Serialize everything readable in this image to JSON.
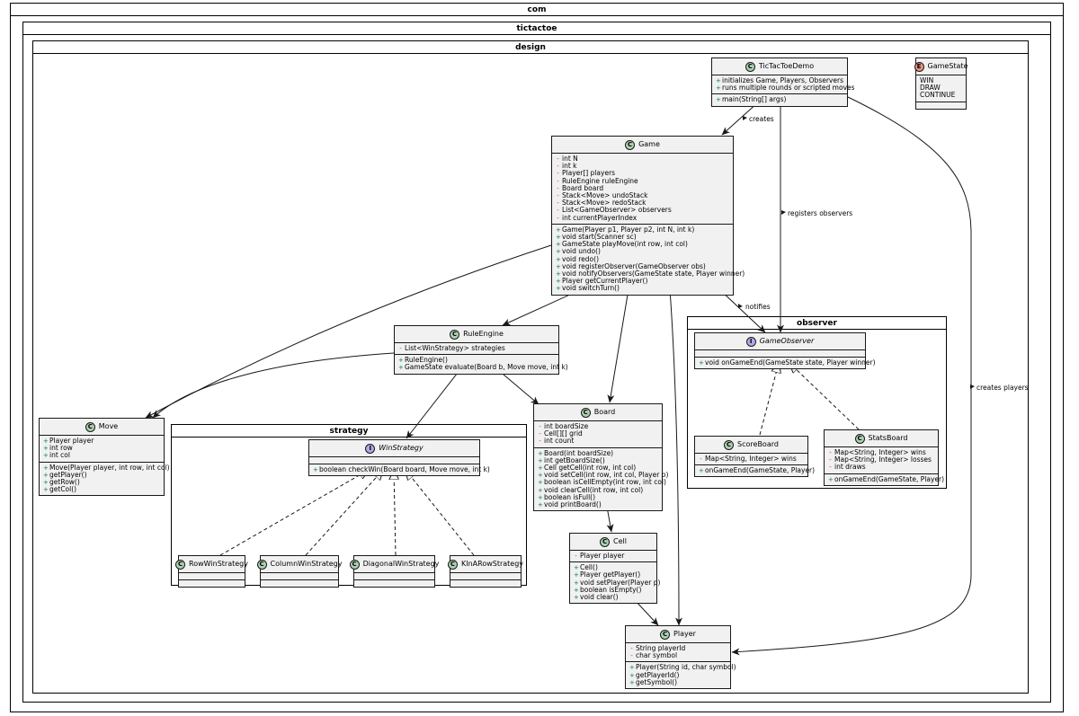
{
  "packages": {
    "com": "com",
    "tictactoe": "tictactoe",
    "design": "design",
    "strategy": "strategy",
    "observer": "observer"
  },
  "classes": {
    "tictactoedemo": {
      "name": "TicTacToeDemo",
      "kind": "C",
      "fields": [
        {
          "vis": "+",
          "text": "initializes Game, Players, Observers"
        },
        {
          "vis": "+",
          "text": "runs multiple rounds or scripted moves"
        }
      ],
      "methods": [
        {
          "vis": "+",
          "text": "main(String[] args)"
        }
      ]
    },
    "gamestate": {
      "name": "GameState",
      "kind": "E",
      "values": [
        "WIN",
        "DRAW",
        "CONTINUE"
      ]
    },
    "game": {
      "name": "Game",
      "kind": "C",
      "fields": [
        {
          "vis": "-",
          "text": "int N"
        },
        {
          "vis": "-",
          "text": "int k"
        },
        {
          "vis": "-",
          "text": "Player[] players"
        },
        {
          "vis": "-",
          "text": "RuleEngine ruleEngine"
        },
        {
          "vis": "-",
          "text": "Board board"
        },
        {
          "vis": "-",
          "text": "Stack<Move> undoStack"
        },
        {
          "vis": "-",
          "text": "Stack<Move> redoStack"
        },
        {
          "vis": "-",
          "text": "List<GameObserver> observers"
        },
        {
          "vis": "-",
          "text": "int currentPlayerIndex"
        }
      ],
      "methods": [
        {
          "vis": "+",
          "text": "Game(Player p1, Player p2, int N, int k)"
        },
        {
          "vis": "+",
          "text": "void start(Scanner sc)"
        },
        {
          "vis": "+",
          "text": "GameState playMove(int row, int col)"
        },
        {
          "vis": "+",
          "text": "void undo()"
        },
        {
          "vis": "+",
          "text": "void redo()"
        },
        {
          "vis": "+",
          "text": "void registerObserver(GameObserver obs)"
        },
        {
          "vis": "+",
          "text": "void notifyObservers(GameState state, Player winner)"
        },
        {
          "vis": "+",
          "text": "Player getCurrentPlayer()"
        },
        {
          "vis": "+",
          "text": "void switchTurn()"
        }
      ]
    },
    "ruleengine": {
      "name": "RuleEngine",
      "kind": "C",
      "fields": [
        {
          "vis": "-",
          "text": "List<WinStrategy> strategies"
        }
      ],
      "methods": [
        {
          "vis": "+",
          "text": "RuleEngine()"
        },
        {
          "vis": "+",
          "text": "GameState evaluate(Board b, Move move, int k)"
        }
      ]
    },
    "move": {
      "name": "Move",
      "kind": "C",
      "fields": [
        {
          "vis": "+",
          "text": "Player player"
        },
        {
          "vis": "+",
          "text": "int row"
        },
        {
          "vis": "+",
          "text": "int col"
        }
      ],
      "methods": [
        {
          "vis": "+",
          "text": "Move(Player player, int row, int col)"
        },
        {
          "vis": "+",
          "text": "getPlayer()"
        },
        {
          "vis": "+",
          "text": "getRow()"
        },
        {
          "vis": "+",
          "text": "getCol()"
        }
      ]
    },
    "winstrategy": {
      "name": "WinStrategy",
      "kind": "I",
      "fields": [],
      "methods": [
        {
          "vis": "+",
          "text": "boolean checkWin(Board board, Move move, int k)"
        }
      ]
    },
    "rowwin": {
      "name": "RowWinStrategy",
      "kind": "C",
      "fields": [],
      "methods": []
    },
    "columnwin": {
      "name": "ColumnWinStrategy",
      "kind": "C",
      "fields": [],
      "methods": []
    },
    "diagonalwin": {
      "name": "DiagonalWinStrategy",
      "kind": "C",
      "fields": [],
      "methods": []
    },
    "kinarow": {
      "name": "KInARowStrategy",
      "kind": "C",
      "fields": [],
      "methods": []
    },
    "board": {
      "name": "Board",
      "kind": "C",
      "fields": [
        {
          "vis": "-",
          "text": "int boardSize"
        },
        {
          "vis": "-",
          "text": "Cell[][] grid"
        },
        {
          "vis": "-",
          "text": "int count"
        }
      ],
      "methods": [
        {
          "vis": "+",
          "text": "Board(int boardSize)"
        },
        {
          "vis": "+",
          "text": "int getBoardSize()"
        },
        {
          "vis": "+",
          "text": "Cell getCell(int row, int col)"
        },
        {
          "vis": "+",
          "text": "void setCell(int row, int col, Player p)"
        },
        {
          "vis": "+",
          "text": "boolean isCellEmpty(int row, int col)"
        },
        {
          "vis": "+",
          "text": "void clearCell(int row, int col)"
        },
        {
          "vis": "+",
          "text": "boolean isFull()"
        },
        {
          "vis": "+",
          "text": "void printBoard()"
        }
      ]
    },
    "cell": {
      "name": "Cell",
      "kind": "C",
      "fields": [
        {
          "vis": "-",
          "text": "Player player"
        }
      ],
      "methods": [
        {
          "vis": "+",
          "text": "Cell()"
        },
        {
          "vis": "+",
          "text": "Player getPlayer()"
        },
        {
          "vis": "+",
          "text": "void setPlayer(Player p)"
        },
        {
          "vis": "+",
          "text": "boolean isEmpty()"
        },
        {
          "vis": "+",
          "text": "void clear()"
        }
      ]
    },
    "player": {
      "name": "Player",
      "kind": "C",
      "fields": [
        {
          "vis": "-",
          "text": "String playerId"
        },
        {
          "vis": "-",
          "text": "char symbol"
        }
      ],
      "methods": [
        {
          "vis": "+",
          "text": "Player(String id, char symbol)"
        },
        {
          "vis": "+",
          "text": "getPlayerId()"
        },
        {
          "vis": "+",
          "text": "getSymbol()"
        }
      ]
    },
    "gameobserver": {
      "name": "GameObserver",
      "kind": "I",
      "fields": [],
      "methods": [
        {
          "vis": "+",
          "text": "void onGameEnd(GameState state, Player winner)"
        }
      ]
    },
    "scoreboard": {
      "name": "ScoreBoard",
      "kind": "C",
      "fields": [
        {
          "vis": "-",
          "text": "Map<String, Integer> wins"
        }
      ],
      "methods": [
        {
          "vis": "+",
          "text": "onGameEnd(GameState, Player)"
        }
      ]
    },
    "statsboard": {
      "name": "StatsBoard",
      "kind": "C",
      "fields": [
        {
          "vis": "-",
          "text": "Map<String, Integer> wins"
        },
        {
          "vis": "-",
          "text": "Map<String, Integer> losses"
        },
        {
          "vis": "-",
          "text": "int draws"
        }
      ],
      "methods": [
        {
          "vis": "+",
          "text": "onGameEnd(GameState, Player)"
        }
      ]
    }
  },
  "edge_labels": {
    "creates": "creates",
    "registers_observers": "registers observers",
    "notifies": "notifies",
    "creates_players": "creates players"
  },
  "colors": {
    "class_fill": "#f1f1f1",
    "class_badge": "#add1b2",
    "interface_badge": "#b4a7e5",
    "enum_badge": "#eb937f",
    "public_marker": "#038048",
    "private_marker": "#c82930"
  }
}
